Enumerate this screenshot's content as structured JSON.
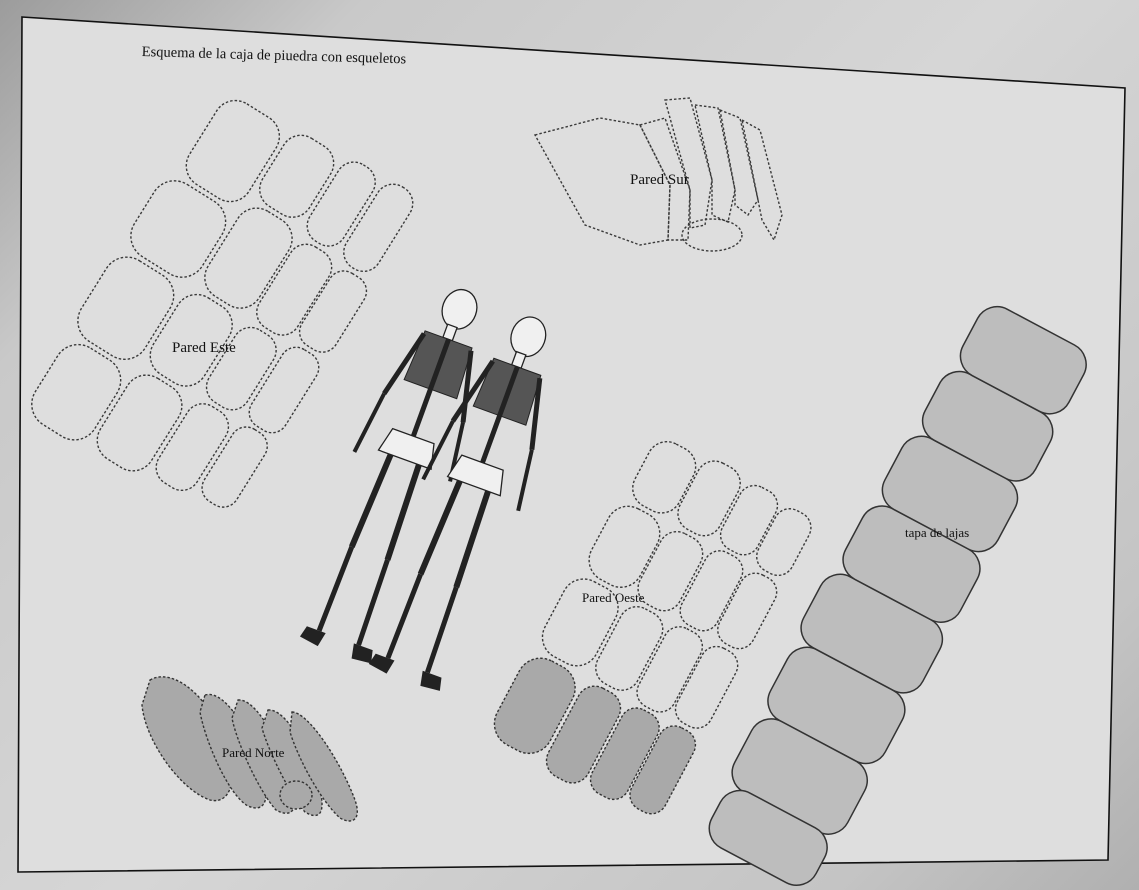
{
  "title": "Esquema de la caja de piuedra con esqueletos",
  "labels": {
    "pared_este": "Pared Este",
    "pared_sur": "Pared Sur",
    "pared_norte": "Pared Norte",
    "pared_oeste": "Pared Oeste",
    "tapa": "tapa de lajas"
  },
  "colors": {
    "paper": "#d6d6d6",
    "ink": "#111111",
    "shaded_stone": "#a9a9a9"
  }
}
